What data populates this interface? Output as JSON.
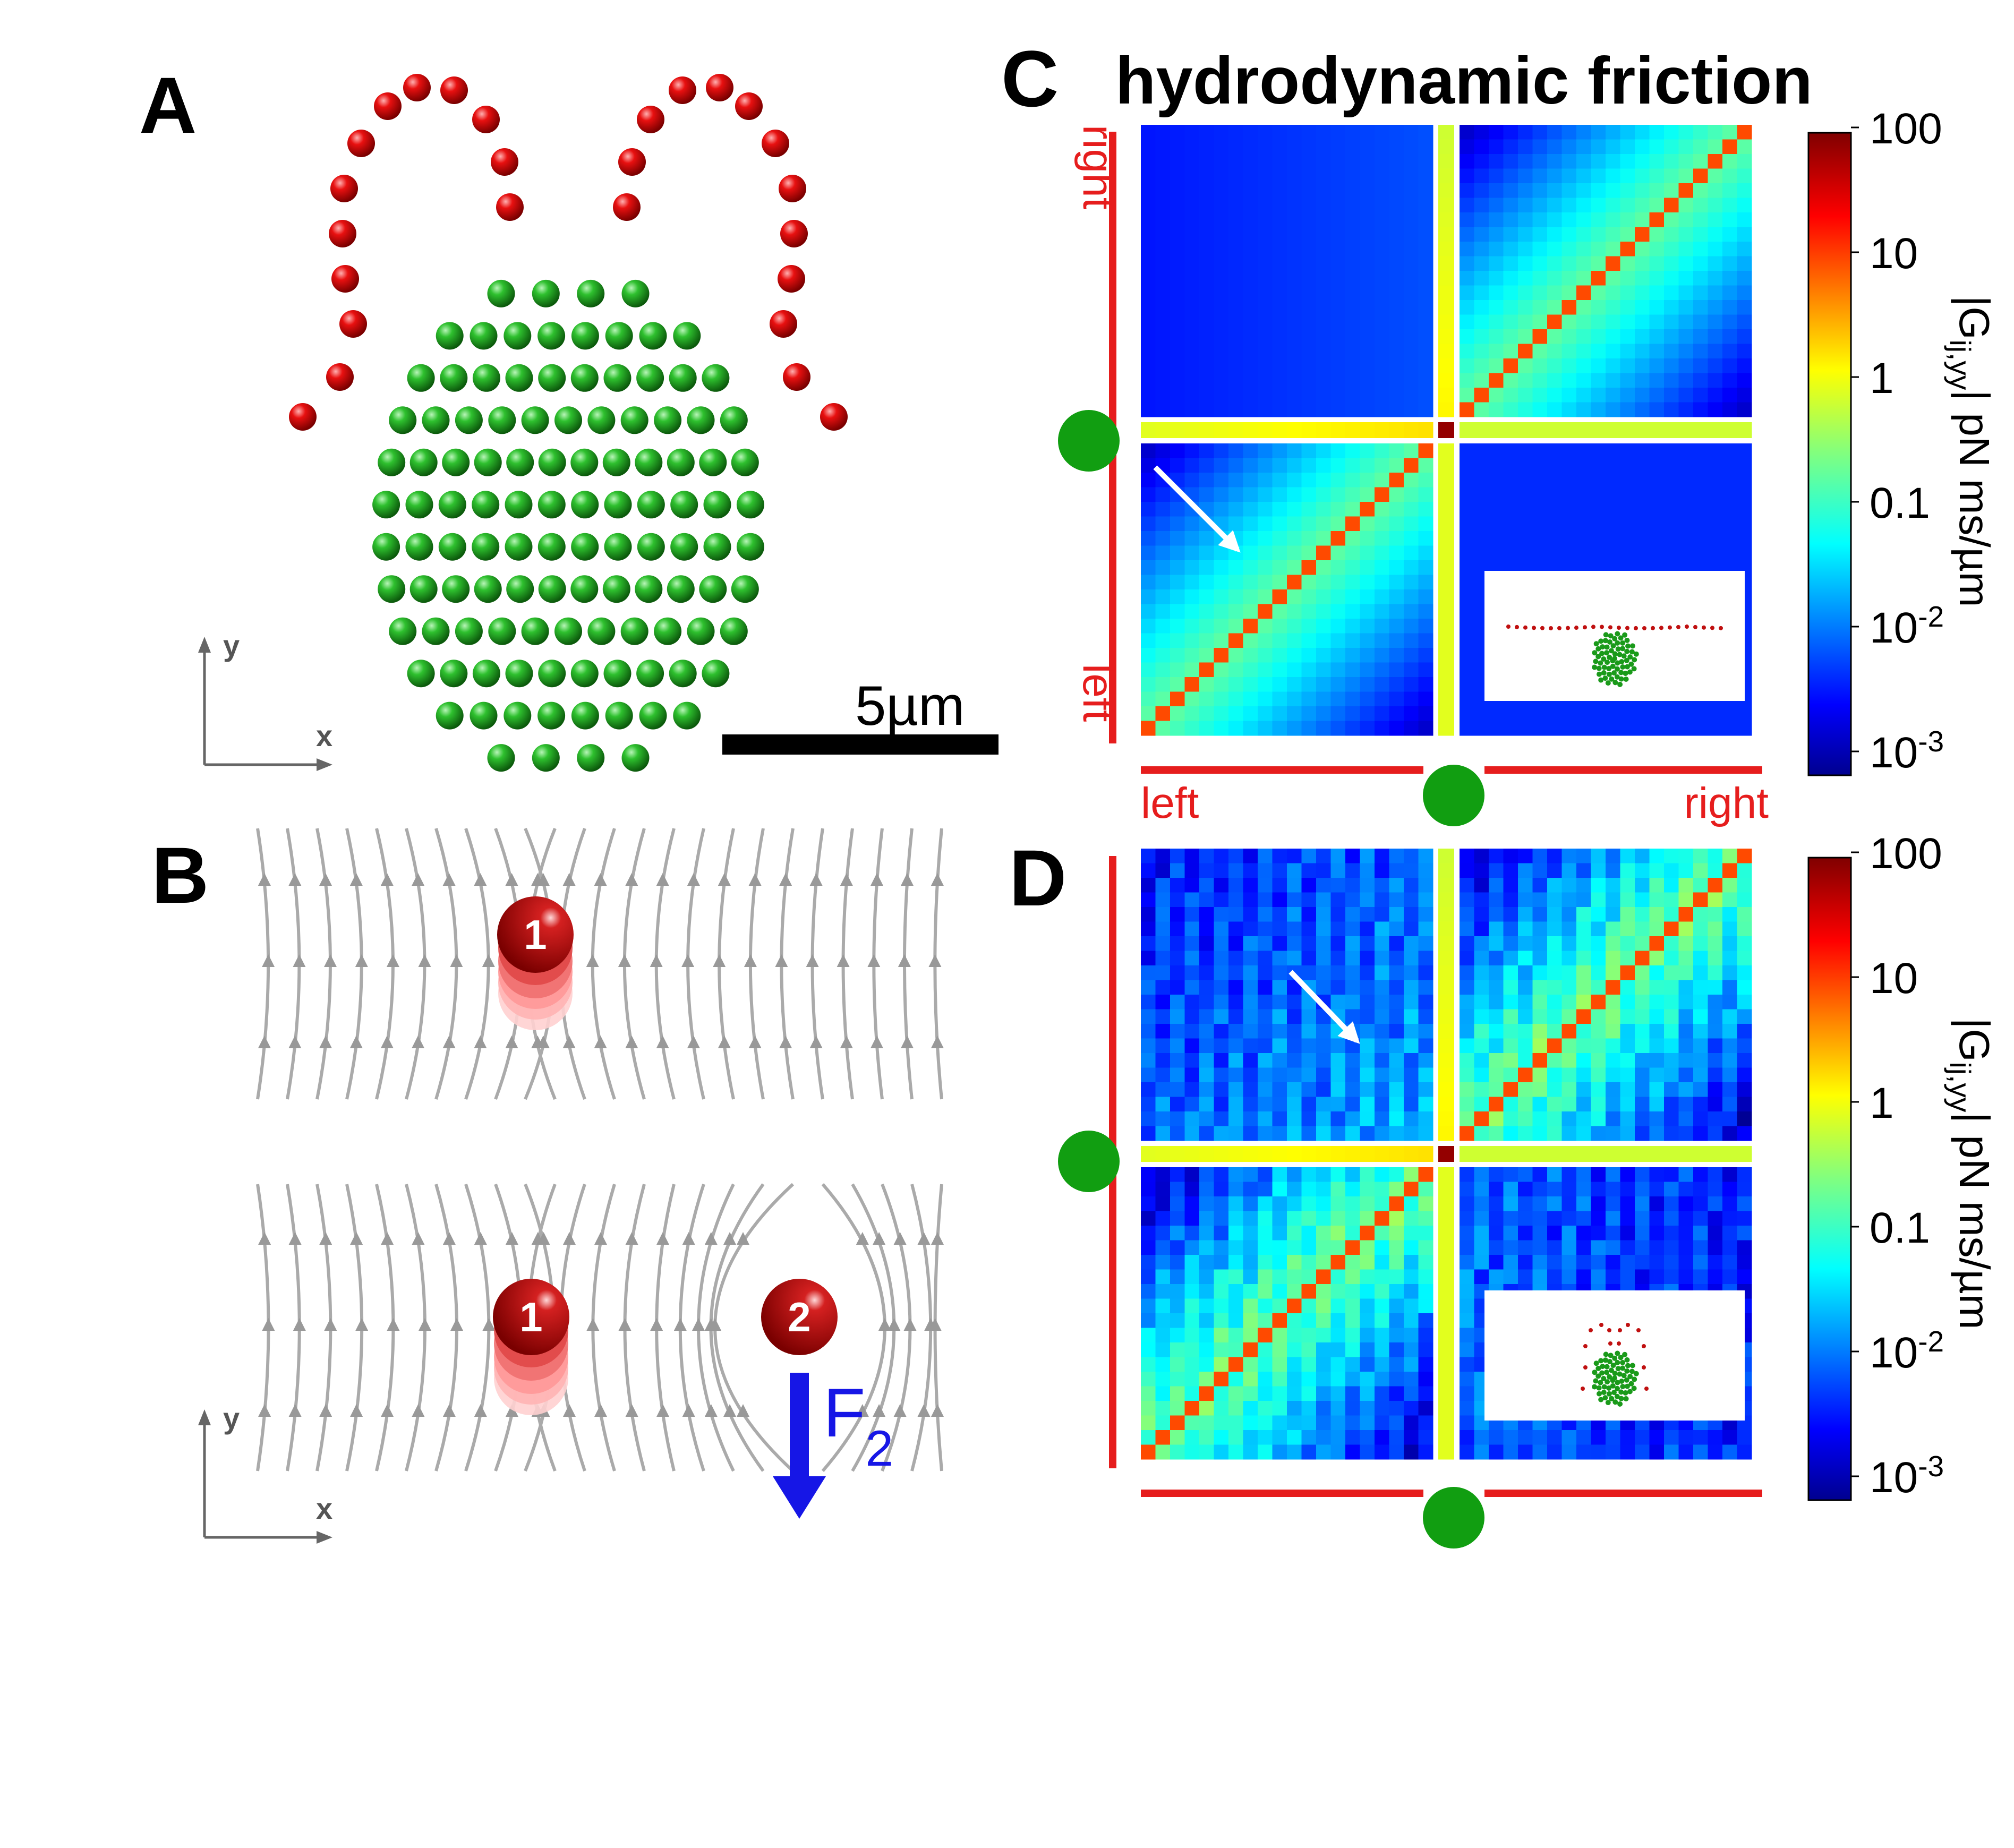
{
  "panels": {
    "A": {
      "letter": "A",
      "axis_y": "y",
      "axis_x": "x",
      "scale_bar_label": "5µm"
    },
    "B": {
      "letter": "B",
      "axis_y": "y",
      "axis_x": "x",
      "ball_labels": [
        "1",
        "1",
        "2"
      ],
      "force_label": "F",
      "force_subscript": "2"
    },
    "C": {
      "letter": "C",
      "title": "hydrodynamic friction"
    },
    "D": {
      "letter": "D"
    }
  },
  "side_labels": {
    "left": "left",
    "right": "right"
  },
  "colorbar": {
    "title": "|G",
    "title_subscript": "ij,yy",
    "title_units": "| pN ms/µm",
    "ticks": [
      {
        "base": "100",
        "exp": ""
      },
      {
        "base": "10",
        "exp": ""
      },
      {
        "base": "1",
        "exp": ""
      },
      {
        "base": "0.1",
        "exp": ""
      },
      {
        "base": "10",
        "exp": "-2"
      },
      {
        "base": "10",
        "exp": "-3"
      }
    ]
  },
  "colors": {
    "cell_body": "#1fa81f",
    "flagella": "#e01010",
    "labels_red": "#e61d1d",
    "force_blue": "#1616e6",
    "streamlines": "#aaaaaa"
  }
}
